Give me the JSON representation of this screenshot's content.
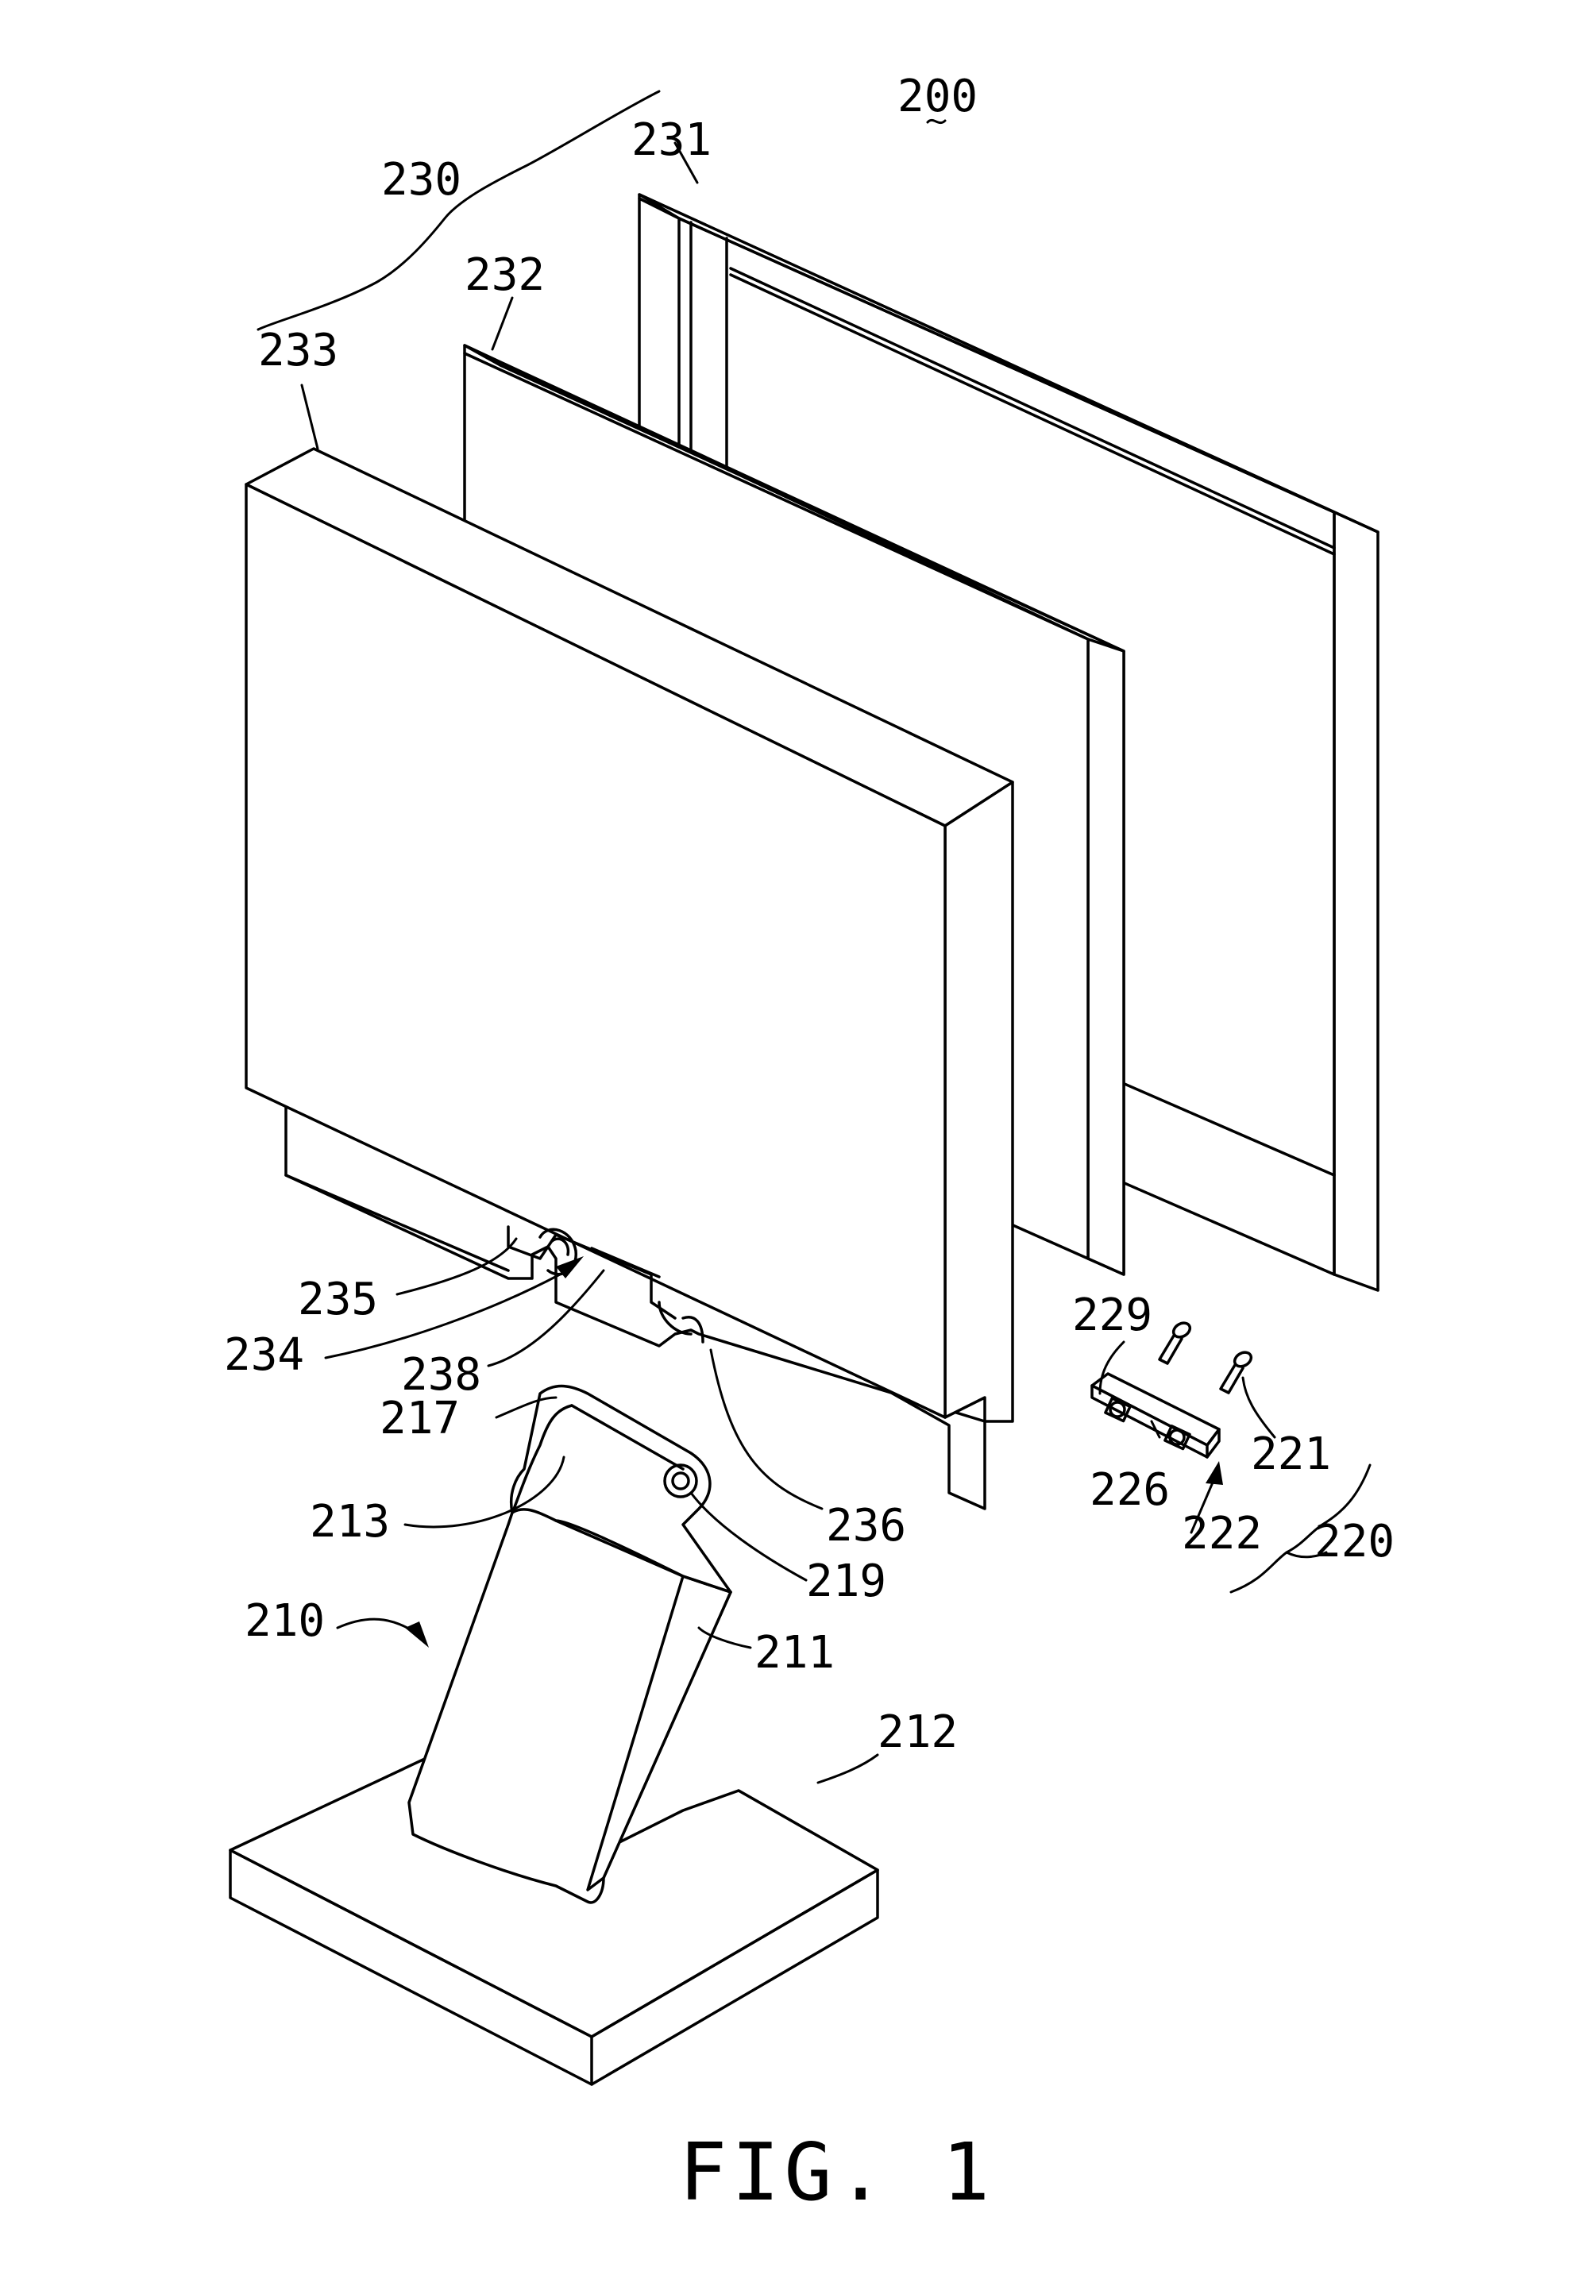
{
  "figure": {
    "caption": "FIG. 1",
    "assembly_ref": "200"
  },
  "callouts": {
    "r230": "230",
    "r231": "231",
    "r232": "232",
    "r233": "233",
    "r234": "234",
    "r235": "235",
    "r236": "236",
    "r238": "238",
    "r210": "210",
    "r211": "211",
    "r212": "212",
    "r213": "213",
    "r217": "217",
    "r219": "219",
    "r220": "220",
    "r221": "221",
    "r222": "222",
    "r226": "226",
    "r229": "229"
  },
  "colors": {
    "line": "#000000",
    "background": "#ffffff"
  }
}
